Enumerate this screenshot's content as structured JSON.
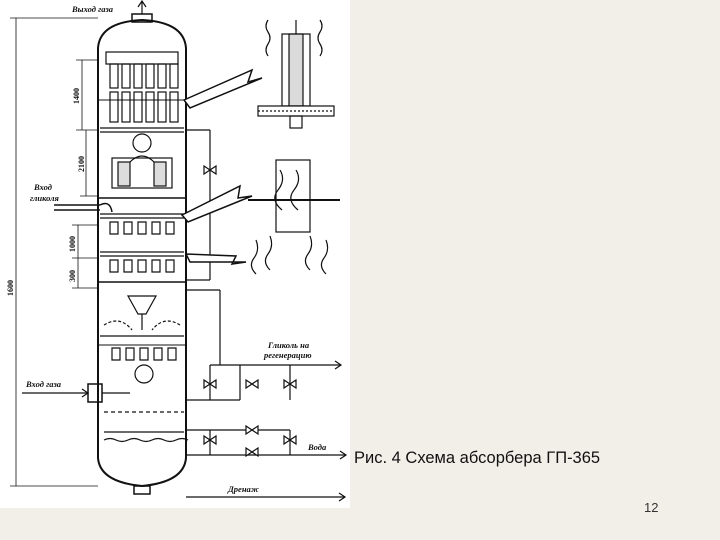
{
  "slide": {
    "caption": "Рис. 4 Схема абсорбера ГП-365",
    "page_number": "12"
  },
  "diagram": {
    "labels": {
      "gas_outlet": "Выход газа",
      "glycol_inlet_line1": "Вход",
      "glycol_inlet_line2": "гликоля",
      "glycol_regen_line1": "Гликоль на",
      "glycol_regen_line2": "регенерацию",
      "gas_inlet": "Вход газа",
      "water": "Вода",
      "drain": "Дренаж"
    },
    "dimensions": {
      "total_height": "1600",
      "top_section": "1400",
      "upper_middle": "2100",
      "middle": "1000",
      "lower": "300"
    }
  }
}
